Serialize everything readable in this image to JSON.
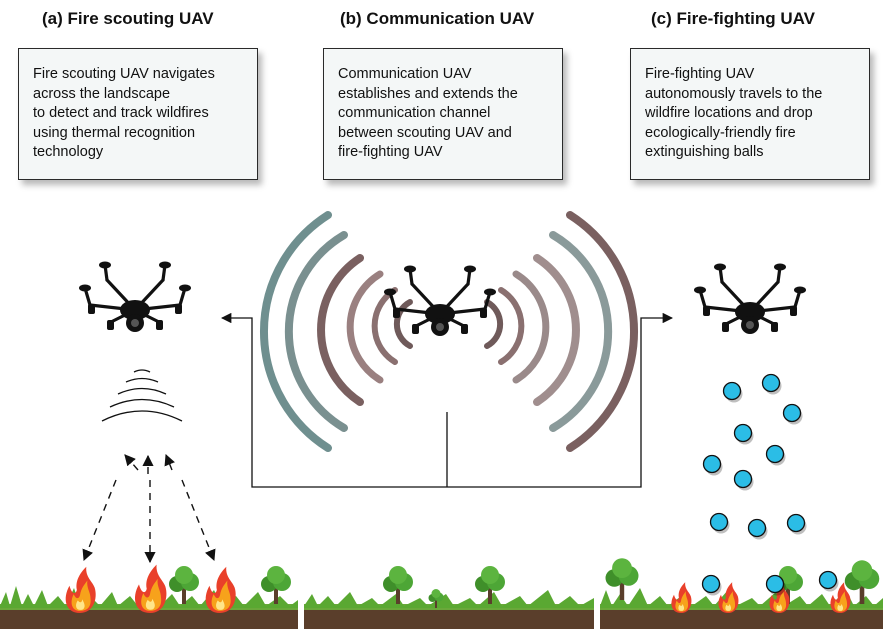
{
  "panels": [
    {
      "title": "(a)  Fire scouting UAV",
      "description": "Fire scouting UAV navigates\nacross the landscape\nto detect and track wildfires\nusing thermal recognition\ntechnology"
    },
    {
      "title": "(b)  Communication UAV",
      "description": "Communication UAV\nestablishes and extends the\ncommunication channel\nbetween scouting UAV and\nfire-fighting UAV"
    },
    {
      "title": "(c)  Fire-fighting UAV",
      "description": "Fire-fighting UAV\nautonomously travels to the\nwildfire locations and drop\necologically-friendly fire\nextinguishing balls"
    }
  ],
  "icons": {
    "drone": "drone-icon",
    "signal": "signal-waves-icon",
    "fire": "fire-icon",
    "tree": "tree-icon",
    "ball": "extinguishing-ball-icon"
  },
  "colors": {
    "ball_fill": "#2bbde6",
    "ground": "#5a3e2b",
    "grass": "#5aa832",
    "wave_teal": "#6f8f8f",
    "wave_brown": "#7a5a5a"
  }
}
